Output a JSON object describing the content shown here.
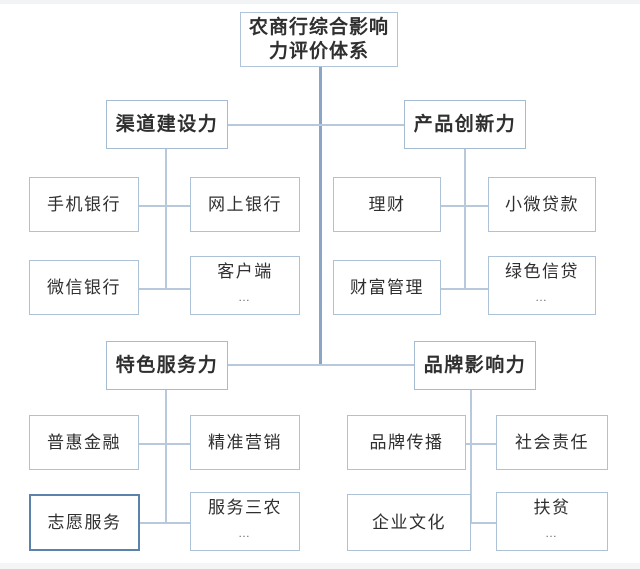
{
  "diagram": {
    "title": "农商行综合影响力评价体系",
    "root": {
      "label": "农商行综合影响力评价体系"
    },
    "branches": [
      {
        "id": "channel",
        "label": "渠道建设力",
        "leaves": [
          {
            "label": "手机银行",
            "ellipsis": ""
          },
          {
            "label": "网上银行",
            "ellipsis": ""
          },
          {
            "label": "微信银行",
            "ellipsis": ""
          },
          {
            "label": "客户端",
            "ellipsis": "…"
          }
        ]
      },
      {
        "id": "product",
        "label": "产品创新力",
        "leaves": [
          {
            "label": "理财",
            "ellipsis": ""
          },
          {
            "label": "小微贷款",
            "ellipsis": ""
          },
          {
            "label": "财富管理",
            "ellipsis": ""
          },
          {
            "label": "绿色信贷",
            "ellipsis": "…"
          }
        ]
      },
      {
        "id": "service",
        "label": "特色服务力",
        "leaves": [
          {
            "label": "普惠金融",
            "ellipsis": ""
          },
          {
            "label": "精准营销",
            "ellipsis": ""
          },
          {
            "label": "志愿服务",
            "ellipsis": ""
          },
          {
            "label": "服务三农",
            "ellipsis": "…"
          }
        ]
      },
      {
        "id": "brand",
        "label": "品牌影响力",
        "leaves": [
          {
            "label": "品牌传播",
            "ellipsis": ""
          },
          {
            "label": "社会责任",
            "ellipsis": ""
          },
          {
            "label": "企业文化",
            "ellipsis": ""
          },
          {
            "label": "扶贫",
            "ellipsis": "…"
          }
        ]
      }
    ],
    "highlighted_node": "志愿服务",
    "colors": {
      "box_border": "#a8bdd4",
      "highlight_border": "#5b82ad",
      "connector": "#9fb6cf",
      "background": "#ffffff",
      "text": "#2f2f2f"
    }
  }
}
